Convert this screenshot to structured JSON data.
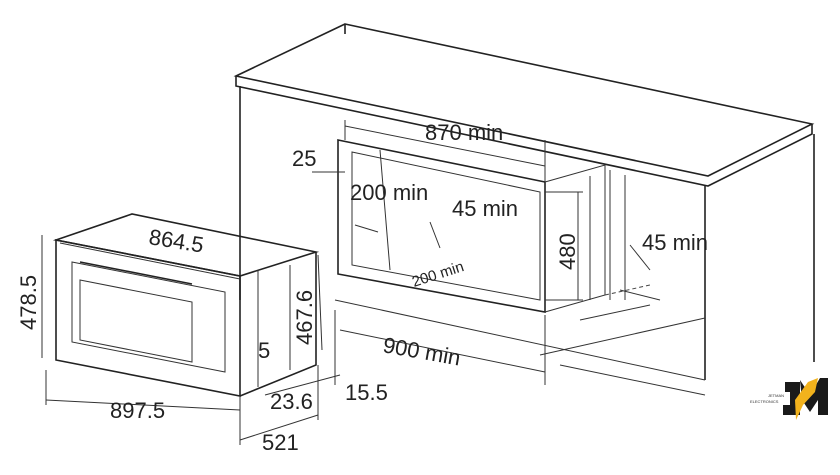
{
  "dimensions": {
    "oven_width": "864.5",
    "oven_height": "478.5",
    "oven_depth_height": "467.6",
    "front_width": "897.5",
    "gap_5": "5",
    "depth_23_6": "23.6",
    "depth_521": "521",
    "offset_15_5": "15.5",
    "niche_width": "870 min",
    "top_25": "25",
    "side_200": "200 min",
    "vent_45": "45 min",
    "bottom_200": "200 min",
    "niche_height": "480",
    "rear_45": "45 min",
    "cabinet_width": "900 min"
  },
  "logo": {
    "name": "JETMAN",
    "sub": "ELECTRONICS",
    "mark": "JM"
  },
  "colors": {
    "line": "#222222",
    "logo_dark": "#1a1a1a",
    "logo_accent": "#f2b21c"
  }
}
